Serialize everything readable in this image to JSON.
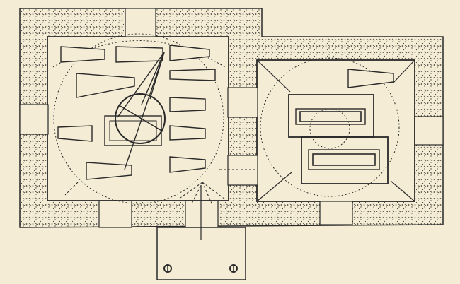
{
  "diagram": {
    "kind": "architectural-floor-plan",
    "colors": {
      "paper": "#f4ecd4",
      "ink": "#2a2a2a",
      "stipple": "#4a4640",
      "room": "#f4ecd4"
    },
    "rooms": [
      {
        "name": "left-hall",
        "contains": "tapered-sarcophagi"
      },
      {
        "name": "right-hall",
        "contains": "rectangular-sarcophagi"
      },
      {
        "name": "entrance-annex",
        "contains": "two-bolt-marks"
      }
    ],
    "annotations": {
      "left_circle": "leader-line-origin",
      "right_circle": "dotted-radius"
    }
  }
}
